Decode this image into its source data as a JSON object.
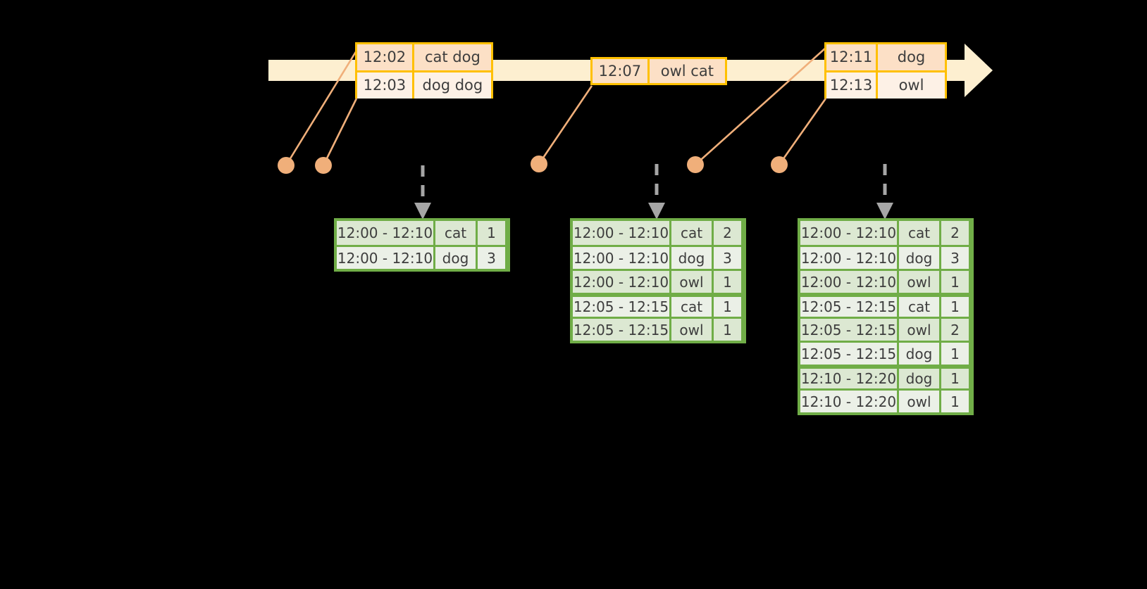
{
  "timeline": {
    "accent_color": "#FFC000",
    "bar_color": "#FDEFD0",
    "dot_color": "#F0AF7A",
    "arrow_color": "#A6A6A6",
    "events": [
      {
        "name": "event-group-1",
        "rows": [
          {
            "time": "12:02",
            "words": "cat dog"
          },
          {
            "time": "12:03",
            "words": "dog dog"
          }
        ]
      },
      {
        "name": "event-group-2",
        "rows": [
          {
            "time": "12:07",
            "words": "owl cat"
          }
        ]
      },
      {
        "name": "event-group-3",
        "rows": [
          {
            "time": "12:11",
            "words": "dog"
          },
          {
            "time": "12:13",
            "words": "owl"
          }
        ]
      }
    ]
  },
  "tables": [
    {
      "name": "result-table-1",
      "rows": [
        {
          "window": "12:00 - 12:10",
          "word": "cat",
          "count": "1",
          "group_start": false
        },
        {
          "window": "12:00 - 12:10",
          "word": "dog",
          "count": "3",
          "group_start": false
        }
      ]
    },
    {
      "name": "result-table-2",
      "rows": [
        {
          "window": "12:00 - 12:10",
          "word": "cat",
          "count": "2",
          "group_start": false
        },
        {
          "window": "12:00 - 12:10",
          "word": "dog",
          "count": "3",
          "group_start": false
        },
        {
          "window": "12:00 - 12:10",
          "word": "owl",
          "count": "1",
          "group_start": false
        },
        {
          "window": "12:05 - 12:15",
          "word": "cat",
          "count": "1",
          "group_start": true
        },
        {
          "window": "12:05 - 12:15",
          "word": "owl",
          "count": "1",
          "group_start": false
        }
      ]
    },
    {
      "name": "result-table-3",
      "rows": [
        {
          "window": "12:00 - 12:10",
          "word": "cat",
          "count": "2",
          "group_start": false
        },
        {
          "window": "12:00 - 12:10",
          "word": "dog",
          "count": "3",
          "group_start": false
        },
        {
          "window": "12:00 - 12:10",
          "word": "owl",
          "count": "1",
          "group_start": false
        },
        {
          "window": "12:05 - 12:15",
          "word": "cat",
          "count": "1",
          "group_start": true
        },
        {
          "window": "12:05 - 12:15",
          "word": "owl",
          "count": "2",
          "group_start": false
        },
        {
          "window": "12:05 - 12:15",
          "word": "dog",
          "count": "1",
          "group_start": false
        },
        {
          "window": "12:10 - 12:20",
          "word": "dog",
          "count": "1",
          "group_start": true
        },
        {
          "window": "12:10 - 12:20",
          "word": "owl",
          "count": "1",
          "group_start": false
        }
      ]
    }
  ]
}
